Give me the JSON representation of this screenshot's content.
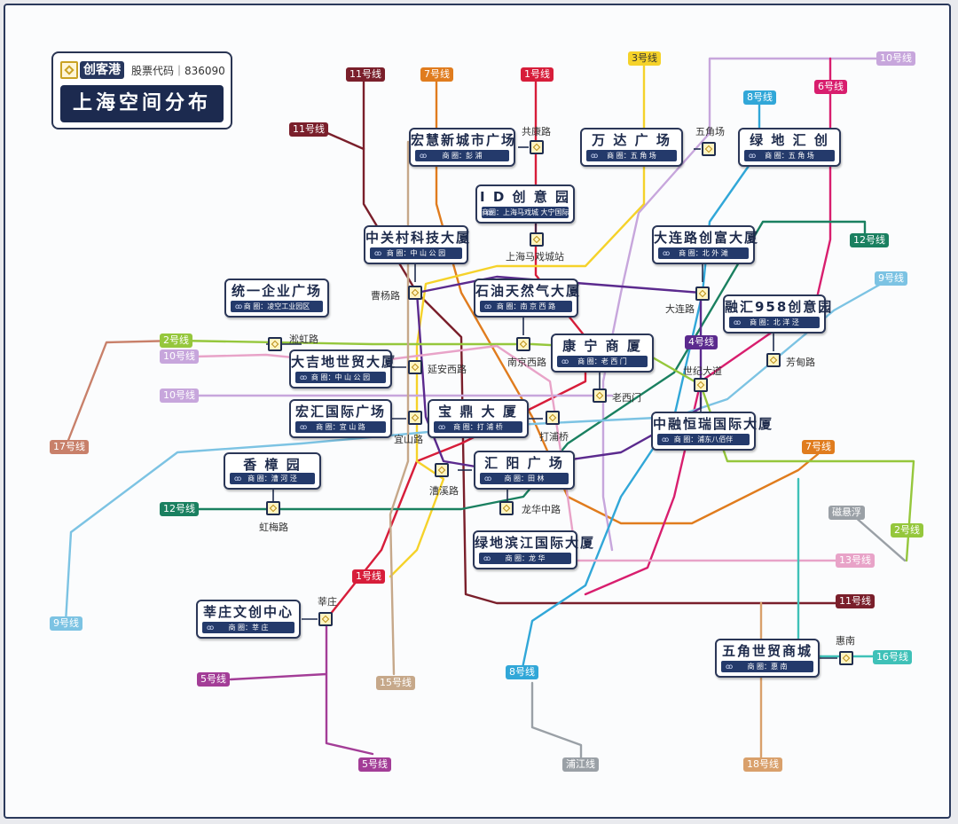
{
  "header": {
    "brand": "创客港",
    "stock_label": "股票代码｜836090",
    "title": "上海空间分布"
  },
  "colors": {
    "frame": "#2b3a5c",
    "navy": "#1c2a4f",
    "station_fill": "#fff4c4"
  },
  "icons": {
    "station": "transfer-station-icon",
    "business": "people-icon",
    "brand": "creative-hub-logo-icon"
  },
  "buildings": [
    {
      "name": "宏慧新城市广场",
      "biz": "商 圈：彭 浦"
    },
    {
      "name": "万 达 广 场",
      "biz": "商 圈：五 角 场"
    },
    {
      "name": "绿 地 汇 创",
      "biz": "商 圈：五 角 场"
    },
    {
      "name": "I D 创 意 园",
      "biz": "商圈：上海马戏城  大宁国际"
    },
    {
      "name": "中关村科技大厦",
      "biz": "商 圈：中 山 公 园"
    },
    {
      "name": "大连路创富大厦",
      "biz": "商 圈：北 外 滩"
    },
    {
      "name": "统一企业广场",
      "biz": "商 圈：凌空工业园区"
    },
    {
      "name": "石油天然气大厦",
      "biz": "商 圈：南 京 西 路"
    },
    {
      "name": "融汇958创意园",
      "biz": "商 圈：北 洋 泾"
    },
    {
      "name": "康 宁 商 厦",
      "biz": "商 圈：老 西 门"
    },
    {
      "name": "大吉地世贸大厦",
      "biz": "商 圈：中 山 公 园"
    },
    {
      "name": "宏汇国际广场",
      "biz": "商 圈：宜 山 路"
    },
    {
      "name": "宝 鼎 大 厦",
      "biz": "商 圈：打 浦 桥"
    },
    {
      "name": "中融恒瑞国际大厦",
      "biz": "商 圈：浦东八佰伴"
    },
    {
      "name": "香 樟 园",
      "biz": "商 圈：漕 河 泾"
    },
    {
      "name": "汇 阳 广 场",
      "biz": "商 圈：田 林"
    },
    {
      "name": "绿地滨江国际大厦",
      "biz": "商 圈：龙 华"
    },
    {
      "name": "莘庄文创中心",
      "biz": "商 圈：莘 庄"
    },
    {
      "name": "五角世贸商城",
      "biz": "商 圈：惠 南"
    }
  ],
  "stations": [
    "共康路",
    "五角场",
    "上海马戏城站",
    "曹杨路",
    "大连路",
    "淞虹路",
    "南京西路",
    "延安西路",
    "芳甸路",
    "老西门",
    "世纪大道",
    "宜山路",
    "打浦桥",
    "漕溪路",
    "龙华中路",
    "虹梅路",
    "磁悬浮",
    "莘庄",
    "惠南"
  ],
  "lines": [
    {
      "label": "11号线",
      "color": "#7a1f2b"
    },
    {
      "label": "7号线",
      "color": "#e07c1e"
    },
    {
      "label": "1号线",
      "color": "#d71d3a"
    },
    {
      "label": "3号线",
      "color": "#f5d22a"
    },
    {
      "label": "10号线",
      "color": "#c7a6dc"
    },
    {
      "label": "8号线",
      "color": "#31a7d8"
    },
    {
      "label": "6号线",
      "color": "#d81e6e"
    },
    {
      "label": "12号线",
      "color": "#1a8060"
    },
    {
      "label": "9号线",
      "color": "#7cc3e3"
    },
    {
      "label": "4号线",
      "color": "#5b2a8e"
    },
    {
      "label": "2号线",
      "color": "#95c73c"
    },
    {
      "label": "17号线",
      "color": "#c8806a"
    },
    {
      "label": "13号线",
      "color": "#e8a3c8"
    },
    {
      "label": "5号线",
      "color": "#a33d97"
    },
    {
      "label": "15号线",
      "color": "#c6a88a"
    },
    {
      "label": "16号线",
      "color": "#3fc1b8"
    },
    {
      "label": "浦江线",
      "color": "#9aa0a6"
    },
    {
      "label": "18号线",
      "color": "#d9a06b"
    }
  ]
}
